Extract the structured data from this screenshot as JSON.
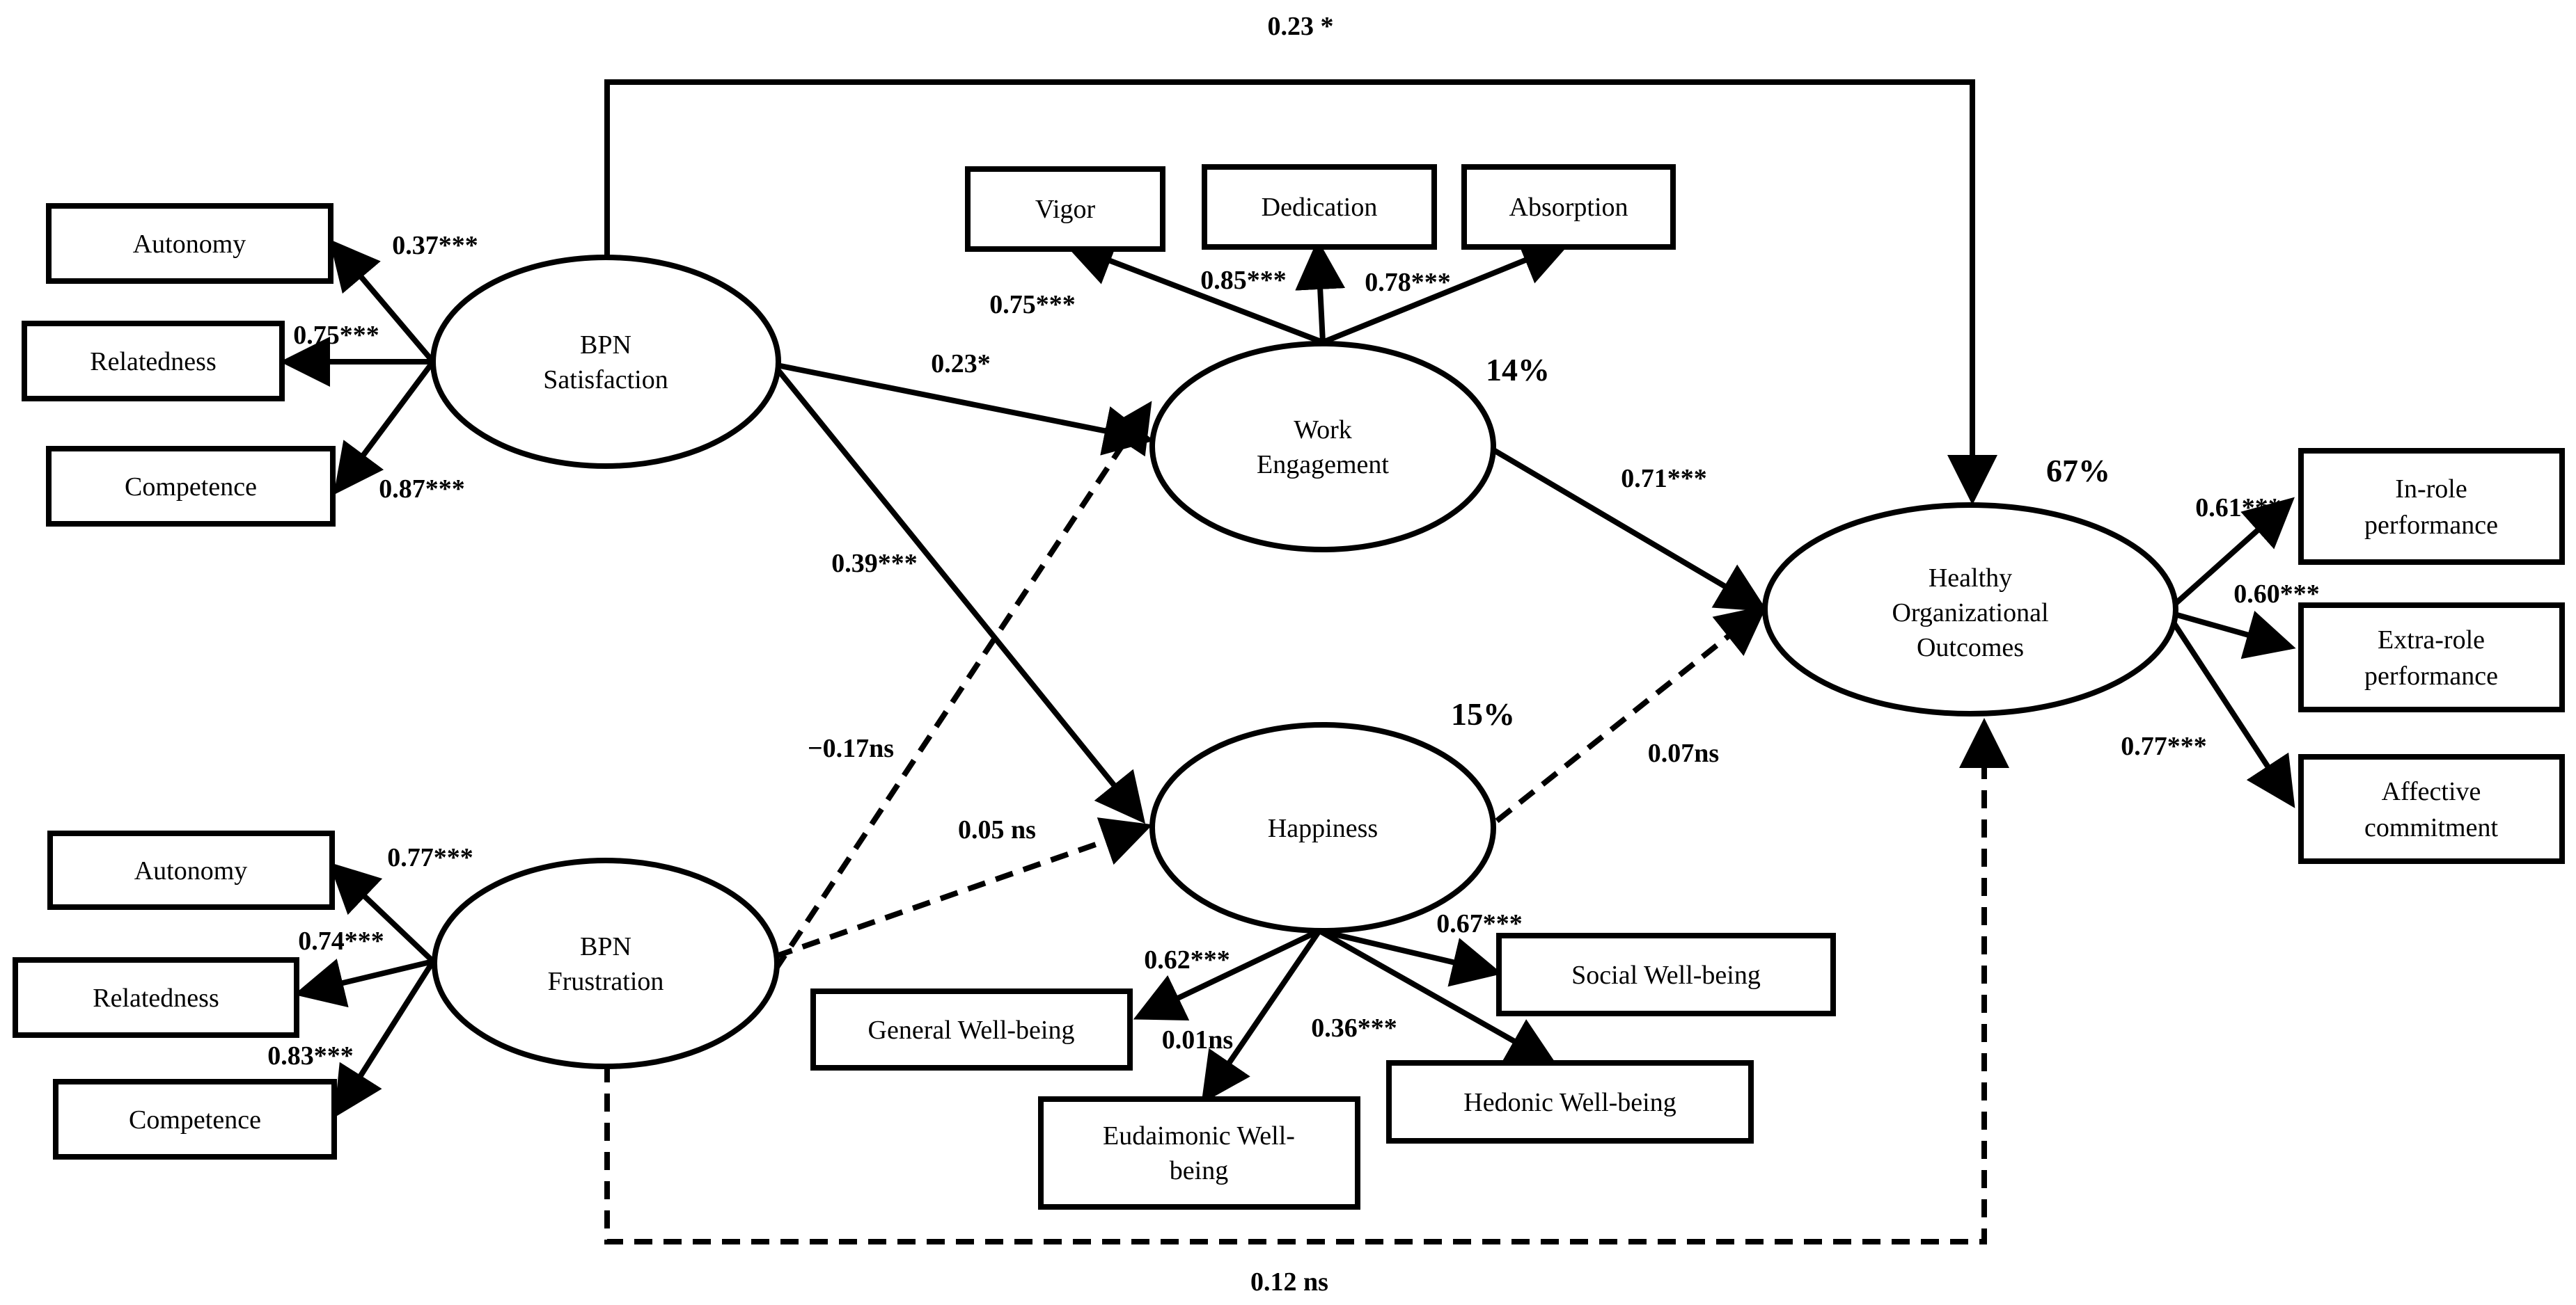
{
  "constructs": {
    "bpn_satisfaction": [
      "BPN",
      "Satisfaction"
    ],
    "bpn_frustration": [
      "BPN",
      "Frustration"
    ],
    "work_engagement": [
      "Work",
      "Engagement"
    ],
    "happiness": [
      "Happiness"
    ],
    "healthy_outcomes": [
      "Healthy",
      "Organizational",
      "Outcomes"
    ]
  },
  "indicators": {
    "sat_autonomy": [
      "Autonomy"
    ],
    "sat_relatedness": [
      "Relatedness"
    ],
    "sat_competence": [
      "Competence"
    ],
    "fru_autonomy": [
      "Autonomy"
    ],
    "fru_relatedness": [
      "Relatedness"
    ],
    "fru_competence": [
      "Competence"
    ],
    "vigor": [
      "Vigor"
    ],
    "dedication": [
      "Dedication"
    ],
    "absorption": [
      "Absorption"
    ],
    "general_wb": [
      "General Well-being"
    ],
    "eudaimonic_wb": [
      "Eudaimonic Well-",
      "being"
    ],
    "hedonic_wb": [
      "Hedonic Well-being"
    ],
    "social_wb": [
      "Social Well-being"
    ],
    "in_role": [
      "In-role",
      "performance"
    ],
    "extra_role": [
      "Extra-role",
      "performance"
    ],
    "affective": [
      "Affective",
      "commitment"
    ]
  },
  "coefficients": {
    "sat_autonomy": "0.37***",
    "sat_relatedness": "0.75***",
    "sat_competence": "0.87***",
    "fru_autonomy": "0.77***",
    "fru_relatedness": "0.74***",
    "fru_competence": "0.83***",
    "vigor": "0.75***",
    "dedication": "0.85***",
    "absorption": "0.78***",
    "general_wb": "0.62***",
    "eudaimonic_wb": "0.01ns",
    "hedonic_wb": "0.36***",
    "social_wb": "0.67***",
    "in_role": "0.61***",
    "extra_role": "0.60***",
    "affective": "0.77***",
    "sat_to_outcomes": "0.23 *",
    "sat_to_engagement": "0.23*",
    "sat_to_happiness": "0.39***",
    "fru_to_engagement": "−0.17ns",
    "fru_to_happiness": "0.05 ns",
    "engagement_to_outcomes": "0.71***",
    "happiness_to_outcomes": "0.07ns",
    "fru_to_outcomes": "0.12 ns"
  },
  "variance_explained": {
    "work_engagement": "14%",
    "happiness": "15%",
    "healthy_outcomes": "67%"
  },
  "path_styles": {
    "sat_to_outcomes": "solid",
    "sat_to_engagement": "solid",
    "sat_to_happiness": "solid",
    "fru_to_engagement": "dashed",
    "fru_to_happiness": "dashed",
    "engagement_to_outcomes": "solid",
    "happiness_to_outcomes": "dashed",
    "fru_to_outcomes": "dashed"
  }
}
